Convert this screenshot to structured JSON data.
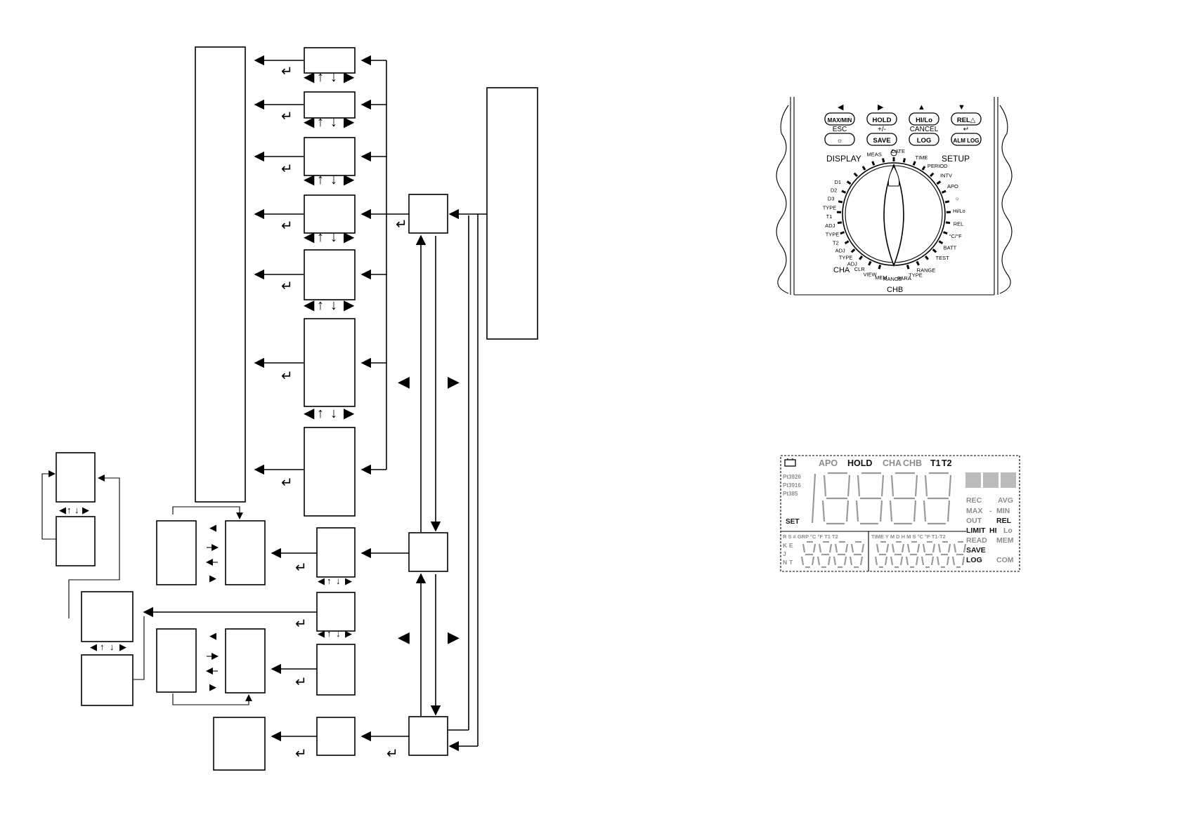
{
  "meter": {
    "top_arrows": [
      "◀",
      "▶",
      "▲",
      "▼"
    ],
    "buttons_row1": [
      "MAX/MIN",
      "HOLD",
      "HI/Lo",
      "REL△"
    ],
    "labels_row2": [
      "ESC",
      "+/-",
      "CANCEL",
      "↵"
    ],
    "buttons_row2": [
      "☼",
      "SAVE",
      "LOG",
      "ALM LOG"
    ],
    "display_label": "DISPLAY",
    "setup_label": "SETUP",
    "dial_left": [
      "D1",
      "D2",
      "D3",
      "TYPE",
      "T1",
      "ADJ",
      "TYPE",
      "T2",
      "ADJ",
      "TYPE",
      "ADJ"
    ],
    "dial_top": [
      "MEAS",
      "DATE",
      "TIME"
    ],
    "dial_right": [
      "PERIOD",
      "INTV",
      "APO",
      "☼",
      "Hi/Lo",
      "REL",
      "°C/°F",
      "BATT",
      "TEST"
    ],
    "dial_bottom": [
      "RANGE",
      "TYPE",
      "PARA",
      "RANGE",
      "MEM",
      "VIEW",
      "CLR"
    ],
    "cha_label": "CHA",
    "chb_label": "CHB"
  },
  "lcd": {
    "top_row": [
      "APO",
      "HOLD",
      "CHA",
      "CHB",
      "T1",
      "T2"
    ],
    "left_labels": [
      "Pt3926",
      "Pt3916",
      "Pt385"
    ],
    "set_label": "SET",
    "right_labels": [
      "REC",
      "AVG",
      "MAX",
      "-",
      "MIN",
      "OUT",
      "REL",
      "LIMIT",
      "HI",
      "Lo",
      "READ",
      "MEM",
      "SAVE",
      "LOG",
      "COM"
    ],
    "sub_left_header": "R S # GRP °C °F T1 T2",
    "sub_left_labels": [
      "K",
      "E",
      "J",
      "N",
      "T"
    ],
    "sub_right_header": "TIME Y M D H M S °C °F T1-T2",
    "colors": {
      "segment": "#9a9a9a",
      "active": "#111111"
    }
  },
  "flow": {
    "arrow_glyphs": {
      "left": "◀",
      "right": "▶",
      "up": "↑",
      "down": "↓",
      "enter": "↵"
    }
  }
}
